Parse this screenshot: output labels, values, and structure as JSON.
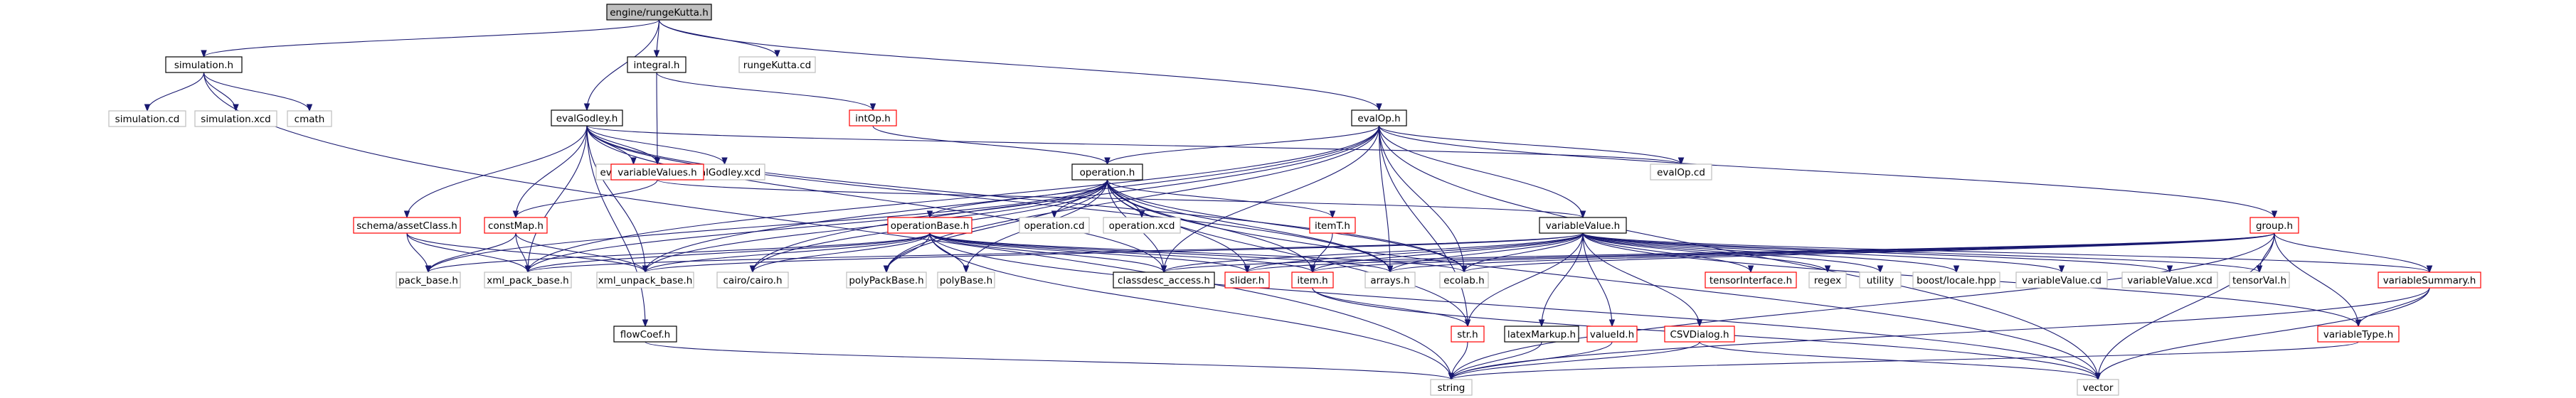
{
  "colors": {
    "edge": "#191970",
    "text": "#000000",
    "root_fill": "#bfbfbf",
    "root_border": "#000000",
    "documented_border": "#000000",
    "undocumented_border": "#bfbfbf",
    "truncated_border": "#ff0000",
    "node_fill": "#ffffff"
  },
  "nodes": [
    {
      "id": "rungeKutta_h",
      "label": "engine/rungeKutta.h",
      "kind": "root"
    },
    {
      "id": "simulation_h",
      "label": "simulation.h",
      "kind": "documented"
    },
    {
      "id": "simulation_cd",
      "label": "simulation.cd",
      "kind": "undocumented"
    },
    {
      "id": "simulation_xcd",
      "label": "simulation.xcd",
      "kind": "undocumented"
    },
    {
      "id": "cmath",
      "label": "cmath",
      "kind": "undocumented"
    },
    {
      "id": "integral_h",
      "label": "integral.h",
      "kind": "documented"
    },
    {
      "id": "rungeKutta_cd",
      "label": "rungeKutta.cd",
      "kind": "undocumented"
    },
    {
      "id": "intOp_h",
      "label": "intOp.h",
      "kind": "truncated"
    },
    {
      "id": "evalGodley_h",
      "label": "evalGodley.h",
      "kind": "documented"
    },
    {
      "id": "evalOp_h",
      "label": "evalOp.h",
      "kind": "documented"
    },
    {
      "id": "evalGodley_cd",
      "label": "evalGodley.cd",
      "kind": "undocumented"
    },
    {
      "id": "evalGodley_xcd",
      "label": "evalGodley.xcd",
      "kind": "undocumented"
    },
    {
      "id": "variableValues_h",
      "label": "variableValues.h",
      "kind": "truncated"
    },
    {
      "id": "operation_h",
      "label": "operation.h",
      "kind": "documented"
    },
    {
      "id": "evalOp_cd",
      "label": "evalOp.cd",
      "kind": "undocumented"
    },
    {
      "id": "schema_assetClass_h",
      "label": "schema/assetClass.h",
      "kind": "truncated"
    },
    {
      "id": "constMap_h",
      "label": "constMap.h",
      "kind": "truncated"
    },
    {
      "id": "operation_cd",
      "label": "operation.cd",
      "kind": "undocumented"
    },
    {
      "id": "operation_xcd",
      "label": "operation.xcd",
      "kind": "undocumented"
    },
    {
      "id": "itemT_h",
      "label": "itemT.h",
      "kind": "truncated"
    },
    {
      "id": "variableValue_h",
      "label": "variableValue.h",
      "kind": "documented"
    },
    {
      "id": "group_h",
      "label": "group.h",
      "kind": "truncated"
    },
    {
      "id": "operationBase_h",
      "label": "operationBase.h",
      "kind": "truncated"
    },
    {
      "id": "pack_base_h",
      "label": "pack_base.h",
      "kind": "undocumented"
    },
    {
      "id": "xml_pack_base_h",
      "label": "xml_pack_base.h",
      "kind": "undocumented"
    },
    {
      "id": "xml_unpack_base_h",
      "label": "xml_unpack_base.h",
      "kind": "undocumented"
    },
    {
      "id": "cairo_cairo_h",
      "label": "cairo/cairo.h",
      "kind": "undocumented"
    },
    {
      "id": "polyPackBase_h",
      "label": "polyPackBase.h",
      "kind": "undocumented"
    },
    {
      "id": "polyBase_h",
      "label": "polyBase.h",
      "kind": "undocumented"
    },
    {
      "id": "classdesc_access_h",
      "label": "classdesc_access.h",
      "kind": "documented"
    },
    {
      "id": "slider_h",
      "label": "slider.h",
      "kind": "truncated"
    },
    {
      "id": "item_h",
      "label": "item.h",
      "kind": "truncated"
    },
    {
      "id": "arrays_h",
      "label": "arrays.h",
      "kind": "undocumented"
    },
    {
      "id": "ecolab_h",
      "label": "ecolab.h",
      "kind": "undocumented"
    },
    {
      "id": "tensorInterface_h",
      "label": "tensorInterface.h",
      "kind": "truncated"
    },
    {
      "id": "regex",
      "label": "regex",
      "kind": "undocumented"
    },
    {
      "id": "utility",
      "label": "utility",
      "kind": "undocumented"
    },
    {
      "id": "boost_locale_hpp",
      "label": "boost/locale.hpp",
      "kind": "undocumented"
    },
    {
      "id": "variableValue_cd",
      "label": "variableValue.cd",
      "kind": "undocumented"
    },
    {
      "id": "variableValue_xcd",
      "label": "variableValue.xcd",
      "kind": "undocumented"
    },
    {
      "id": "tensorVal_h",
      "label": "tensorVal.h",
      "kind": "undocumented"
    },
    {
      "id": "variableSummary_h",
      "label": "variableSummary.h",
      "kind": "truncated"
    },
    {
      "id": "variableType_h",
      "label": "variableType.h",
      "kind": "truncated"
    },
    {
      "id": "flowCoef_h",
      "label": "flowCoef.h",
      "kind": "documented"
    },
    {
      "id": "str_h",
      "label": "str.h",
      "kind": "truncated"
    },
    {
      "id": "latexMarkup_h",
      "label": "latexMarkup.h",
      "kind": "documented"
    },
    {
      "id": "valueId_h",
      "label": "valueId.h",
      "kind": "truncated"
    },
    {
      "id": "CSVDialog_h",
      "label": "CSVDialog.h",
      "kind": "truncated"
    },
    {
      "id": "string",
      "label": "string",
      "kind": "undocumented"
    },
    {
      "id": "vector",
      "label": "vector",
      "kind": "undocumented"
    }
  ],
  "edges": [
    [
      "rungeKutta_h",
      "simulation_h"
    ],
    [
      "rungeKutta_h",
      "integral_h"
    ],
    [
      "rungeKutta_h",
      "evalGodley_h"
    ],
    [
      "rungeKutta_h",
      "rungeKutta_cd"
    ],
    [
      "rungeKutta_h",
      "evalOp_h"
    ],
    [
      "simulation_h",
      "simulation_cd"
    ],
    [
      "simulation_h",
      "simulation_xcd"
    ],
    [
      "simulation_h",
      "cmath"
    ],
    [
      "simulation_h",
      "string"
    ],
    [
      "integral_h",
      "intOp_h"
    ],
    [
      "integral_h",
      "variableValues_h"
    ],
    [
      "intOp_h",
      "operation_h"
    ],
    [
      "evalGodley_h",
      "evalGodley_cd"
    ],
    [
      "evalGodley_h",
      "evalGodley_xcd"
    ],
    [
      "evalGodley_h",
      "variableValues_h"
    ],
    [
      "evalGodley_h",
      "schema_assetClass_h"
    ],
    [
      "evalGodley_h",
      "constMap_h"
    ],
    [
      "evalGodley_h",
      "flowCoef_h"
    ],
    [
      "evalGodley_h",
      "classdesc_access_h"
    ],
    [
      "evalGodley_h",
      "arrays_h"
    ],
    [
      "evalGodley_h",
      "ecolab_h"
    ],
    [
      "evalGodley_h",
      "xml_pack_base_h"
    ],
    [
      "evalGodley_h",
      "xml_unpack_base_h"
    ],
    [
      "evalGodley_h",
      "evalOp_cd"
    ],
    [
      "evalOp_h",
      "operation_h"
    ],
    [
      "evalOp_h",
      "evalOp_cd"
    ],
    [
      "evalOp_h",
      "variableValue_h"
    ],
    [
      "evalOp_h",
      "group_h"
    ],
    [
      "evalOp_h",
      "classdesc_access_h"
    ],
    [
      "evalOp_h",
      "str_h"
    ],
    [
      "evalOp_h",
      "arrays_h"
    ],
    [
      "evalOp_h",
      "ecolab_h"
    ],
    [
      "evalOp_h",
      "xml_pack_base_h"
    ],
    [
      "evalOp_h",
      "xml_unpack_base_h"
    ],
    [
      "evalOp_h",
      "vector"
    ],
    [
      "evalOp_h",
      "polyPackBase_h"
    ],
    [
      "evalOp_h",
      "cairo_cairo_h"
    ],
    [
      "variableValues_h",
      "constMap_h"
    ],
    [
      "variableValues_h",
      "variableValue_h"
    ],
    [
      "schema_assetClass_h",
      "pack_base_h"
    ],
    [
      "schema_assetClass_h",
      "xml_pack_base_h"
    ],
    [
      "schema_assetClass_h",
      "xml_unpack_base_h"
    ],
    [
      "constMap_h",
      "pack_base_h"
    ],
    [
      "constMap_h",
      "xml_pack_base_h"
    ],
    [
      "constMap_h",
      "xml_unpack_base_h"
    ],
    [
      "operation_h",
      "operation_cd"
    ],
    [
      "operation_h",
      "operation_xcd"
    ],
    [
      "operation_h",
      "itemT_h"
    ],
    [
      "operation_h",
      "operationBase_h"
    ],
    [
      "operation_h",
      "classdesc_access_h"
    ],
    [
      "operation_h",
      "slider_h"
    ],
    [
      "operation_h",
      "item_h"
    ],
    [
      "operation_h",
      "arrays_h"
    ],
    [
      "operation_h",
      "ecolab_h"
    ],
    [
      "operation_h",
      "cairo_cairo_h"
    ],
    [
      "operation_h",
      "polyPackBase_h"
    ],
    [
      "operation_h",
      "polyBase_h"
    ],
    [
      "operation_h",
      "pack_base_h"
    ],
    [
      "operation_h",
      "xml_pack_base_h"
    ],
    [
      "operation_h",
      "xml_unpack_base_h"
    ],
    [
      "operation_h",
      "str_h"
    ],
    [
      "operation_h",
      "vector"
    ],
    [
      "itemT_h",
      "item_h"
    ],
    [
      "operationBase_h",
      "pack_base_h"
    ],
    [
      "operationBase_h",
      "xml_pack_base_h"
    ],
    [
      "operationBase_h",
      "xml_unpack_base_h"
    ],
    [
      "operationBase_h",
      "cairo_cairo_h"
    ],
    [
      "operationBase_h",
      "polyPackBase_h"
    ],
    [
      "operationBase_h",
      "polyBase_h"
    ],
    [
      "operationBase_h",
      "classdesc_access_h"
    ],
    [
      "operationBase_h",
      "slider_h"
    ],
    [
      "operationBase_h",
      "item_h"
    ],
    [
      "operationBase_h",
      "arrays_h"
    ],
    [
      "operationBase_h",
      "ecolab_h"
    ],
    [
      "operationBase_h",
      "string"
    ],
    [
      "operationBase_h",
      "vector"
    ],
    [
      "variableValue_h",
      "tensorInterface_h"
    ],
    [
      "variableValue_h",
      "regex"
    ],
    [
      "variableValue_h",
      "utility"
    ],
    [
      "variableValue_h",
      "boost_locale_hpp"
    ],
    [
      "variableValue_h",
      "variableValue_cd"
    ],
    [
      "variableValue_h",
      "variableValue_xcd"
    ],
    [
      "variableValue_h",
      "tensorVal_h"
    ],
    [
      "variableValue_h",
      "variableSummary_h"
    ],
    [
      "variableValue_h",
      "variableType_h"
    ],
    [
      "variableValue_h",
      "latexMarkup_h"
    ],
    [
      "variableValue_h",
      "valueId_h"
    ],
    [
      "variableValue_h",
      "CSVDialog_h"
    ],
    [
      "variableValue_h",
      "str_h"
    ],
    [
      "variableValue_h",
      "classdesc_access_h"
    ],
    [
      "variableValue_h",
      "slider_h"
    ],
    [
      "variableValue_h",
      "item_h"
    ],
    [
      "variableValue_h",
      "arrays_h"
    ],
    [
      "variableValue_h",
      "ecolab_h"
    ],
    [
      "variableValue_h",
      "xml_pack_base_h"
    ],
    [
      "variableValue_h",
      "xml_unpack_base_h"
    ],
    [
      "group_h",
      "variableSummary_h"
    ],
    [
      "group_h",
      "variableType_h"
    ],
    [
      "group_h",
      "tensorVal_h"
    ],
    [
      "group_h",
      "arrays_h"
    ],
    [
      "group_h",
      "ecolab_h"
    ],
    [
      "group_h",
      "item_h"
    ],
    [
      "group_h",
      "slider_h"
    ],
    [
      "group_h",
      "classdesc_access_h"
    ],
    [
      "group_h",
      "string"
    ],
    [
      "group_h",
      "vector"
    ],
    [
      "variableSummary_h",
      "variableType_h"
    ],
    [
      "variableSummary_h",
      "string"
    ],
    [
      "variableSummary_h",
      "vector"
    ],
    [
      "variableType_h",
      "string"
    ],
    [
      "item_h",
      "str_h"
    ],
    [
      "item_h",
      "vector"
    ],
    [
      "flowCoef_h",
      "string"
    ],
    [
      "str_h",
      "string"
    ],
    [
      "latexMarkup_h",
      "string"
    ],
    [
      "valueId_h",
      "string"
    ],
    [
      "CSVDialog_h",
      "string"
    ],
    [
      "CSVDialog_h",
      "vector"
    ]
  ]
}
